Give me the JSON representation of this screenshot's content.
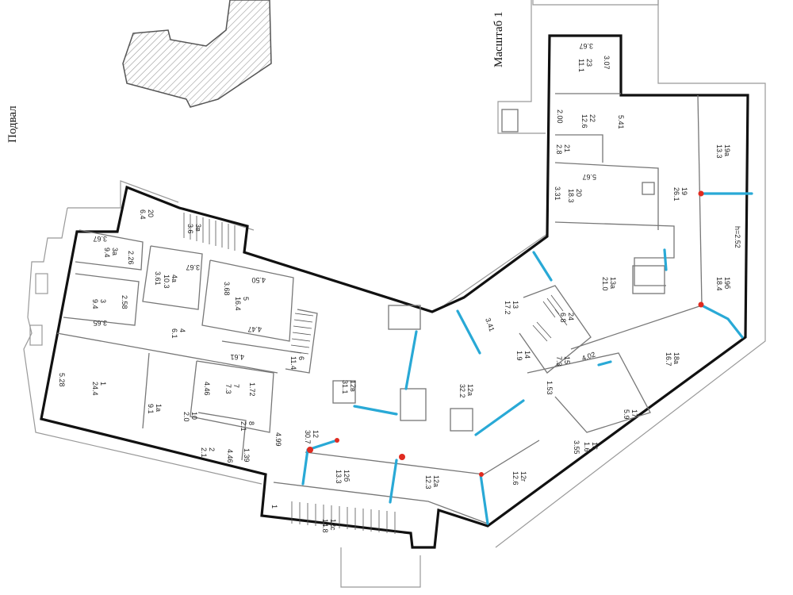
{
  "title": "Подвал",
  "scale_label": "Масштаб 1",
  "colors": {
    "wall": "#111111",
    "thin": "#777777",
    "partition": "#29a9d6",
    "marker": "#e02b20",
    "hatch": "#bbbbbb"
  },
  "rooms": [
    {
      "num": "20",
      "area": "6.4"
    },
    {
      "num": "3в",
      "area": "3.6"
    },
    {
      "num": "3а",
      "area": "9.4"
    },
    {
      "num": "4а",
      "area": "10.3"
    },
    {
      "num": "5",
      "area": "16.4"
    },
    {
      "num": "3",
      "area": "9.4"
    },
    {
      "num": "4",
      "area": "6.1"
    },
    {
      "num": "6",
      "area": "11.4"
    },
    {
      "num": "1",
      "area": "24.4"
    },
    {
      "num": "1а",
      "area": "9.1"
    },
    {
      "num": "7",
      "area": "7.3"
    },
    {
      "num": "10",
      "area": "2.0"
    },
    {
      "num": "8",
      "area": "2.1"
    },
    {
      "num": "2",
      "area": "2.1"
    },
    {
      "num": "12",
      "area": "30.7"
    },
    {
      "num": "12в",
      "area": "31.1"
    },
    {
      "num": "12а",
      "area": "32.2"
    },
    {
      "num": "12б",
      "area": "13.3"
    },
    {
      "num": "12а",
      "area": "12.3"
    },
    {
      "num": "12г",
      "area": "12.6"
    },
    {
      "num": "12с",
      "area": "14.8"
    },
    {
      "num": "13",
      "area": "17.2"
    },
    {
      "num": "24",
      "area": "6.8"
    },
    {
      "num": "14",
      "area": "1.9"
    },
    {
      "num": "15",
      "area": "7.3"
    },
    {
      "num": "16",
      "area": "1.6"
    },
    {
      "num": "17",
      "area": "5.9"
    },
    {
      "num": "13а",
      "area": "21.0"
    },
    {
      "num": "18а",
      "area": "16.7"
    },
    {
      "num": "19",
      "area": "26.1"
    },
    {
      "num": "19а",
      "area": "13.3"
    },
    {
      "num": "19б",
      "area": "18.4"
    },
    {
      "num": "20",
      "area": "18.3"
    },
    {
      "num": "21",
      "area": "2.8"
    },
    {
      "num": "22",
      "area": "12.6"
    },
    {
      "num": "23",
      "area": "11.1"
    }
  ],
  "dimensions": [
    "3.67",
    "2.26",
    "3.61",
    "3.67",
    "3.68",
    "4.50",
    "4.47",
    "2.58",
    "3.65",
    "4.61",
    "5.28",
    "4.46",
    "1.72",
    "4.46",
    "1.39",
    "4.99",
    "3.41",
    "4.02",
    "1.53",
    "3.55",
    "5.67",
    "3.31",
    "2.00",
    "5.41",
    "3.67",
    "3.07",
    "h=2.52",
    "1"
  ]
}
